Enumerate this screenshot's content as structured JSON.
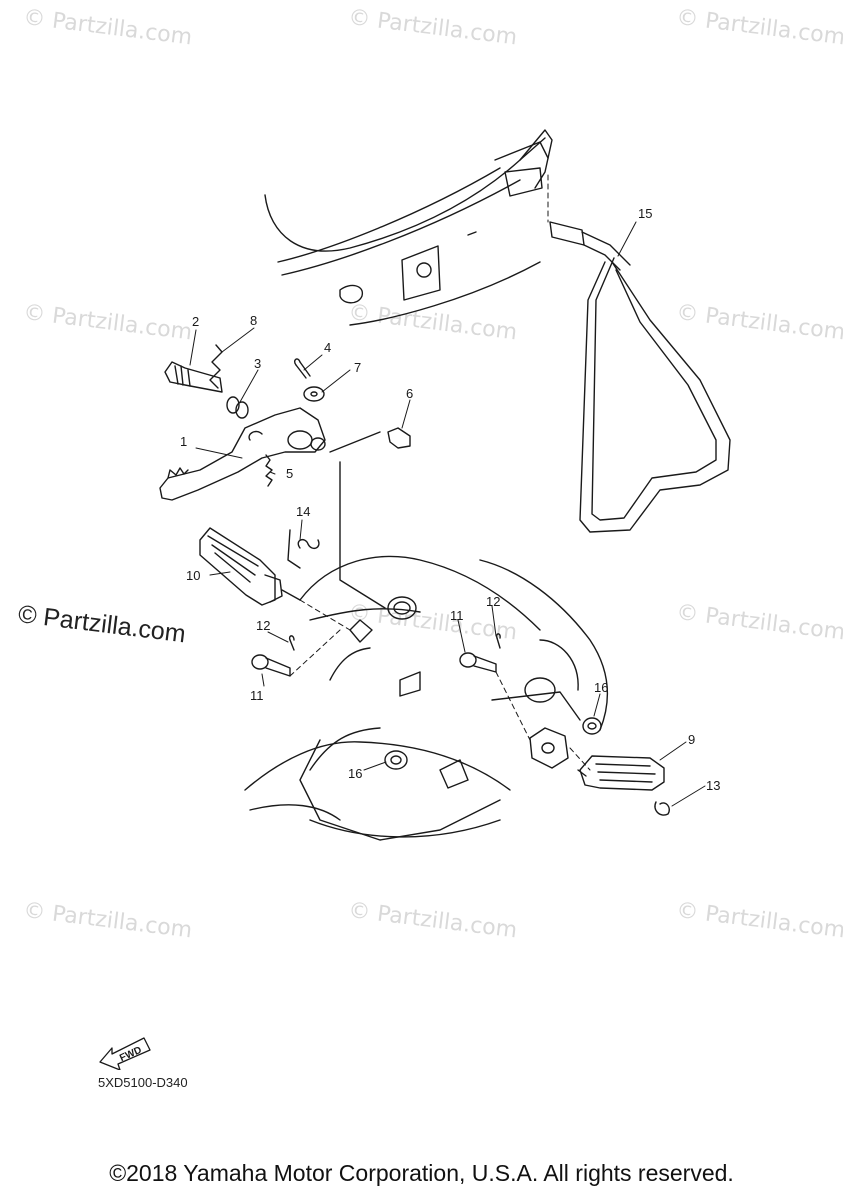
{
  "watermark": "© Partzilla.com",
  "callout_labels": [
    "1",
    "2",
    "3",
    "4",
    "5",
    "6",
    "7",
    "8",
    "10",
    "11",
    "12",
    "14",
    "15",
    "11",
    "12",
    "16",
    "16",
    "9",
    "13"
  ],
  "fwd_label": "FWD",
  "diagram_code": "5XD5100-D340",
  "copyright": "©2018 Yamaha Motor Corporation, U.S.A. All rights reserved.",
  "colors": {
    "line": "#1a1a1a",
    "watermark": "#d9d9d9"
  }
}
